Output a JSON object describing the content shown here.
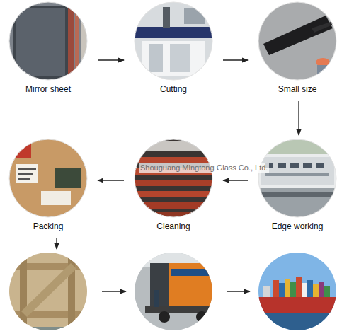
{
  "diagram": {
    "nodes": [
      {
        "text": [
          "Mirror sheet"
        ]
      },
      {
        "text": [
          "Cutting"
        ]
      },
      {
        "text": [
          "Small size"
        ]
      },
      {
        "text": [
          "Edge working"
        ]
      },
      {
        "text": [
          "Cleaning"
        ]
      },
      {
        "text": [
          "Packing"
        ]
      }
    ],
    "edges": [
      {
        "from": 0,
        "to": 1,
        "arrow": "to"
      },
      {
        "from": 1,
        "to": 2,
        "arrow": "to"
      },
      {
        "from": 2,
        "to": 3,
        "arrow": "to"
      },
      {
        "from": 3,
        "to": 4,
        "arrow": "to"
      },
      {
        "from": 4,
        "to": 5,
        "arrow": "to"
      }
    ],
    "labels": [
      "Shouguang Mingtong Glass Co., Ltd."
    ]
  }
}
